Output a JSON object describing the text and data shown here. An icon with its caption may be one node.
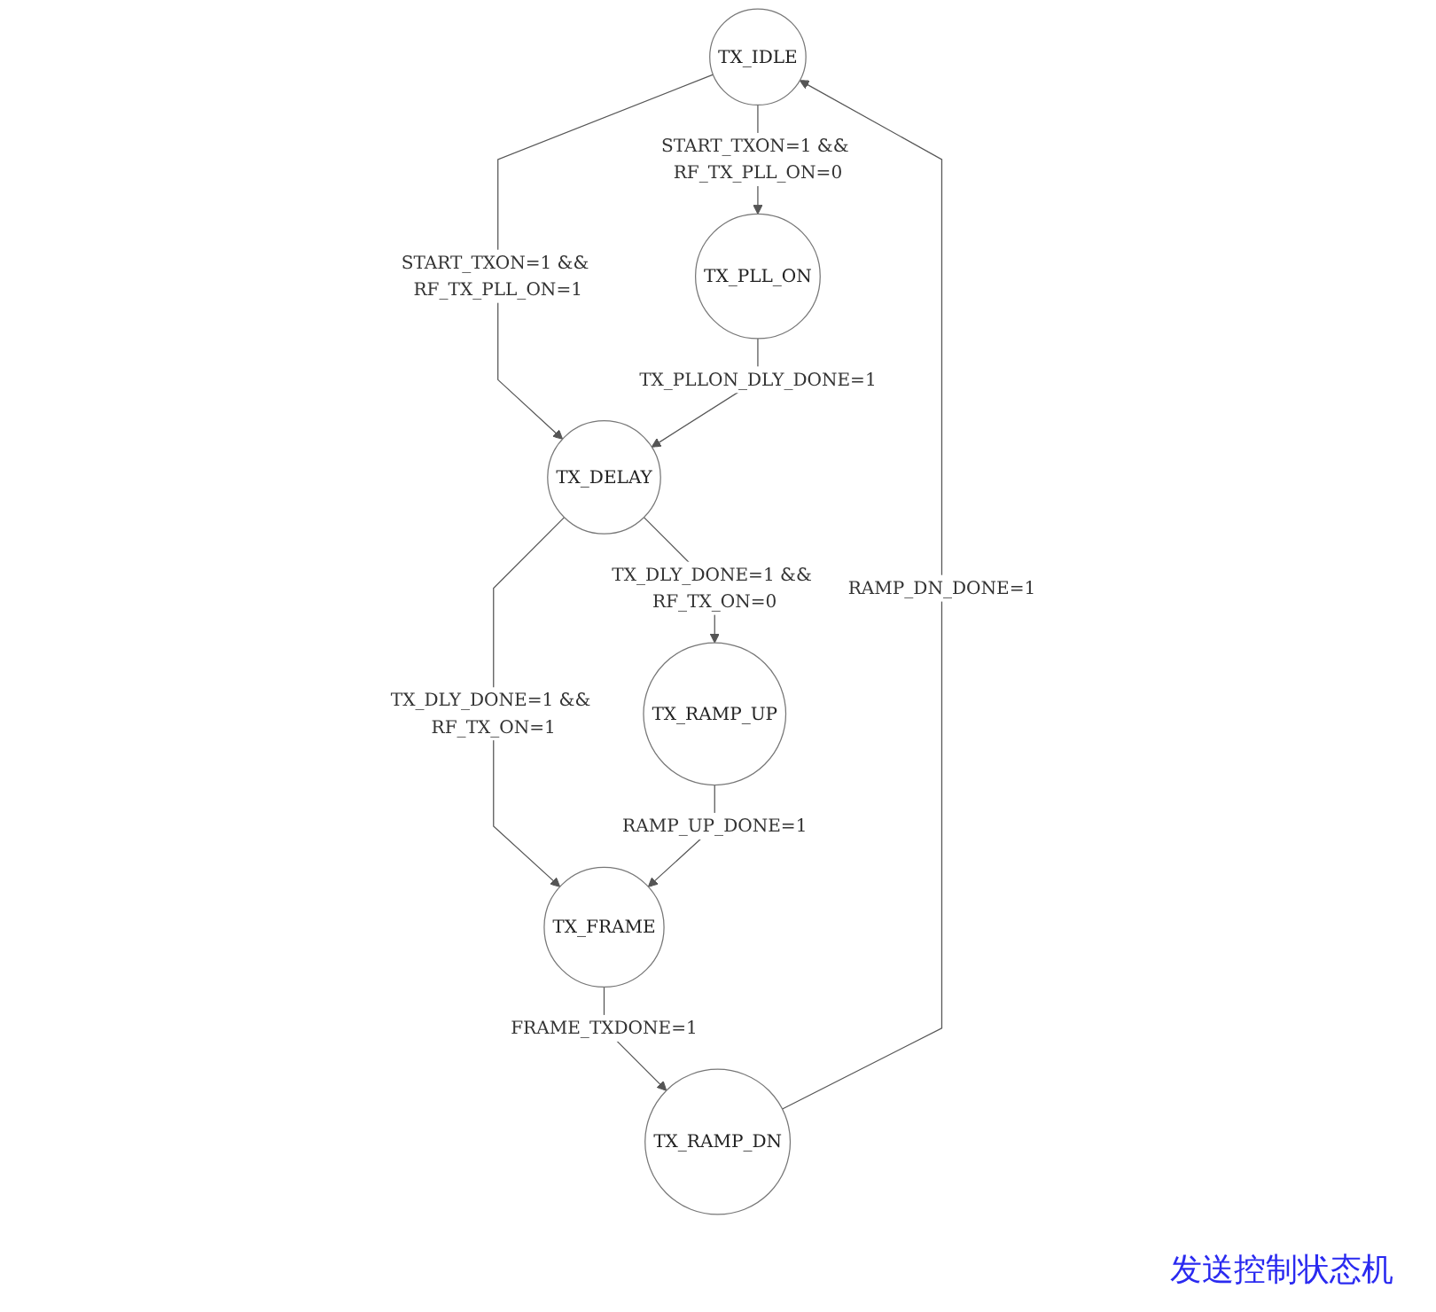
{
  "diagram": {
    "caption": "发送控制状态机",
    "nodes": [
      {
        "text": [
          "TX_IDLE"
        ]
      },
      {
        "text": [
          "TX_RAMP_DN"
        ]
      },
      {
        "text": [
          "TX_PLL_ON"
        ]
      },
      {
        "text": [
          "TX_FRAME"
        ]
      },
      {
        "text": [
          "TX_DELAY"
        ]
      },
      {
        "text": [
          "TX_RAMP_UP"
        ]
      }
    ],
    "edges": [
      {
        "from": 1,
        "to": 0,
        "arrow": "to",
        "label": "RAMP_DN_DONE=1"
      },
      {
        "from": 0,
        "to": 2,
        "arrow": "to",
        "label": "START_TXON=1 && RF_TX_PLL_ON=0"
      },
      {
        "from": 0,
        "to": 4,
        "arrow": "to",
        "label": "START_TXON=1 && RF_TX_PLL_ON=1"
      },
      {
        "from": 2,
        "to": 4,
        "arrow": "to",
        "label": "TX_PLLON_DLY_DONE=1"
      },
      {
        "from": 4,
        "to": 3,
        "arrow": "to",
        "label": "TX_DLY_DONE=1 && RF_TX_ON=1"
      },
      {
        "from": 4,
        "to": 5,
        "arrow": "to",
        "label": "TX_DLY_DONE=1 && RF_TX_ON=0"
      },
      {
        "from": 5,
        "to": 3,
        "arrow": "to",
        "label": "RAMP_UP_DONE=1"
      },
      {
        "from": 3,
        "to": 1,
        "arrow": "to",
        "label": "FRAME_TXDONE=1"
      }
    ]
  }
}
